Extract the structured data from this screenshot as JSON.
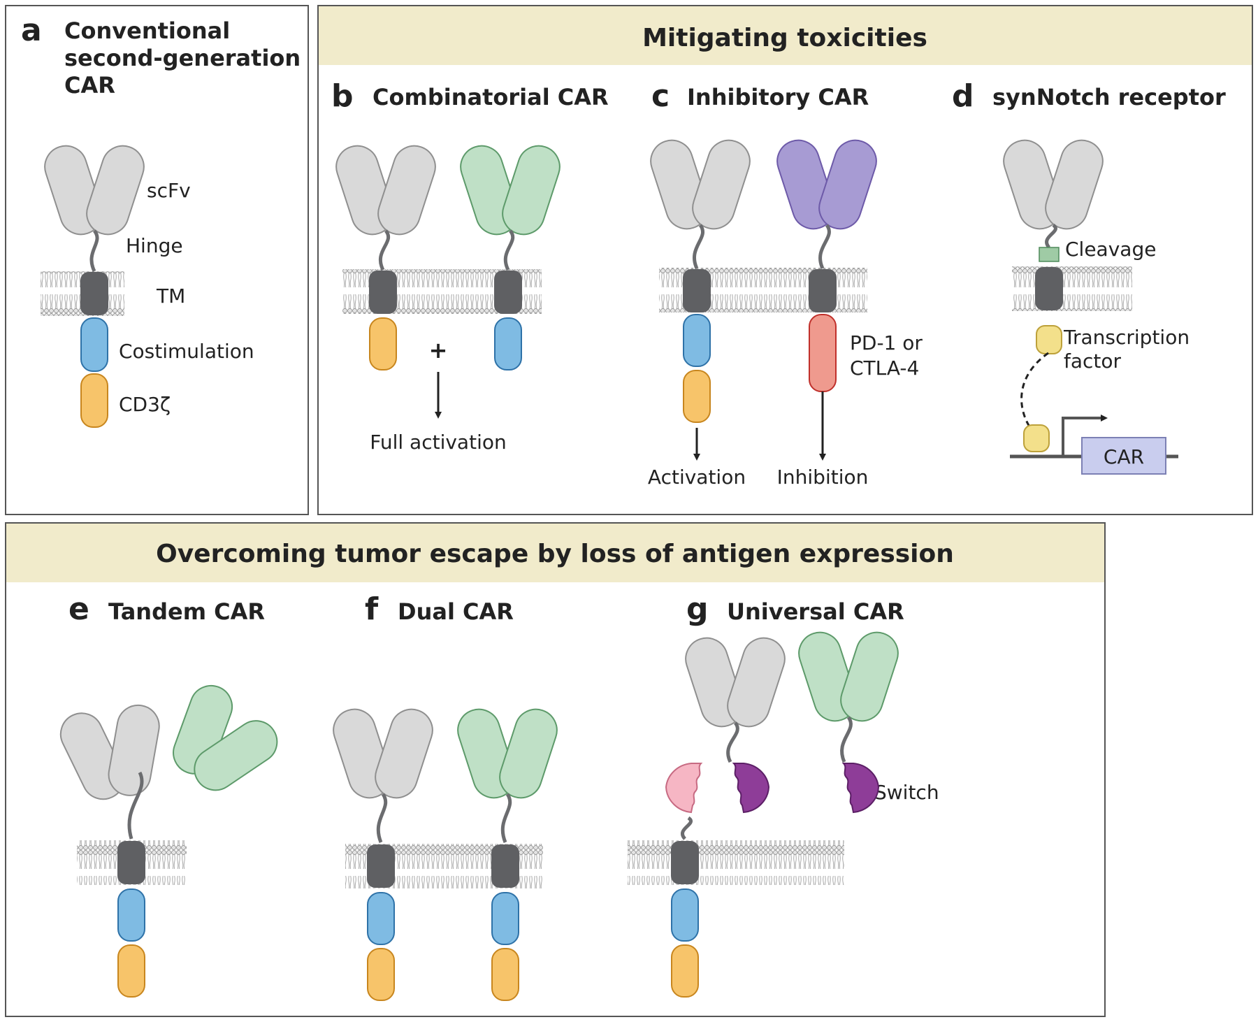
{
  "colors": {
    "grey_body": "#d9d9d9",
    "grey_stroke": "#8f8f8f",
    "green_body": "#bfe0c6",
    "green_stroke": "#5d9a6a",
    "purple_body": "#a79bd3",
    "purple_stroke": "#6d5aa8",
    "tm": "#5f6063",
    "blue": "#7fbbe3",
    "blue_stroke": "#2e72a8",
    "orange": "#f7c46a",
    "orange_stroke": "#c8861e",
    "red": "#ef9a8e",
    "red_stroke": "#c0302b",
    "yellow": "#f3e08b",
    "yellow_stroke": "#bda13a",
    "header_bg": "#f1ebcb",
    "box_stroke": "#555555",
    "switch_purple": "#8e3d98",
    "pink": "#f6b6c4",
    "car_gene": "#c9cdee"
  },
  "panel_a": {
    "letter": "a",
    "title_lines": [
      "Conventional",
      "second-generation",
      "CAR"
    ],
    "labels": {
      "scfv": "scFv",
      "hinge": "Hinge",
      "tm": "TM",
      "costim": "Costimulation",
      "cd3z": "CD3ζ"
    }
  },
  "top_section": {
    "header": "Mitigating toxicities",
    "b": {
      "letter": "b",
      "title": "Combinatorial CAR",
      "plus": "+",
      "result": "Full activation"
    },
    "c": {
      "letter": "c",
      "title": "Inhibitory CAR",
      "inhib_domain": [
        "PD-1 or",
        "CTLA-4"
      ],
      "left_result": "Activation",
      "right_result": "Inhibition"
    },
    "d": {
      "letter": "d",
      "title": "synNotch receptor",
      "cleavage": "Cleavage",
      "tf_lines": [
        "Transcription",
        "factor"
      ],
      "gene": "CAR"
    }
  },
  "bottom_section": {
    "header": "Overcoming tumor escape by loss of antigen expression",
    "e": {
      "letter": "e",
      "title": "Tandem CAR"
    },
    "f": {
      "letter": "f",
      "title": "Dual CAR"
    },
    "g": {
      "letter": "g",
      "title": "Universal CAR",
      "switch": "Switch"
    }
  }
}
